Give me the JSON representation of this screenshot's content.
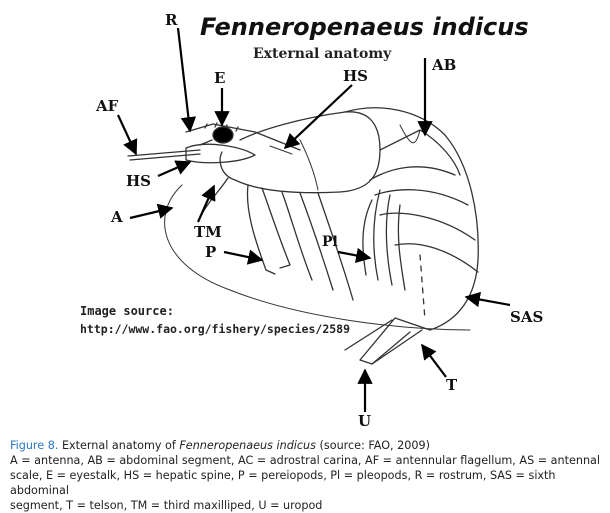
{
  "figure": {
    "title": "Fenneropenaeus indicus",
    "subtitle": "External anatomy",
    "labels": {
      "R": "R",
      "E": "E",
      "HS_top": "HS",
      "AB": "AB",
      "AF": "AF",
      "HS_left": "HS",
      "A": "A",
      "TM": "TM",
      "P": "P",
      "Pl": "Pl",
      "SAS": "SAS",
      "T": "T",
      "U": "U"
    },
    "image_source_label": "Image source:",
    "image_source_url": "http://www.fao.org/fishery/species/2589"
  },
  "caption": {
    "figure_number": "Figure 8.",
    "text_before": " External anatomy of ",
    "species": "Fenneropenaeus indicus",
    "text_after": " (source: FAO, 2009)",
    "line2": "A = antenna, AB = abdominal segment, AC = adrostral carina, AF = antennular flagellum, AS = antennal",
    "line3": "scale, E = eyestalk, HS = hepatic spine, P = pereiopods, Pl = pleopods, R = rostrum, SAS = sixth abdominal",
    "line4": "segment, T = telson, TM = third maxilliped, U = uropod"
  }
}
